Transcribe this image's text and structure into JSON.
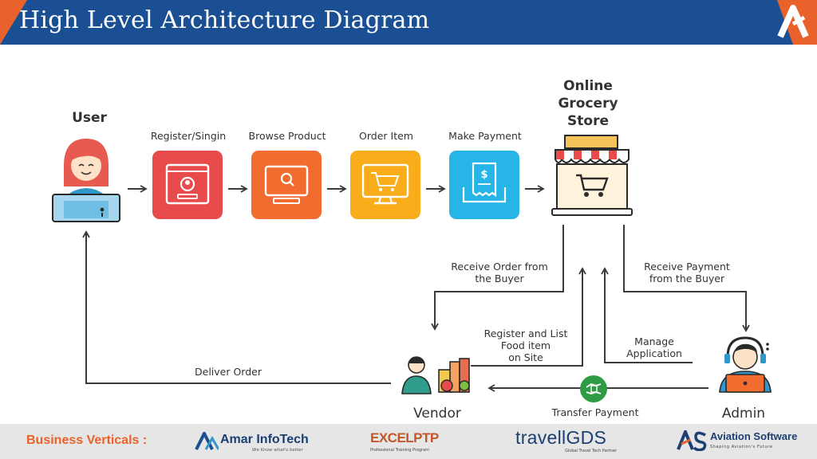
{
  "header": {
    "title": "High Level Architecture Diagram",
    "brand_icon": "company-logo-icon"
  },
  "diagram": {
    "nodes": {
      "user": "User",
      "store_line1": "Online",
      "store_line2": "Grocery",
      "store_line3": "Store",
      "vendor": "Vendor",
      "admin": "Admin"
    },
    "steps": [
      {
        "label": "Register/Singin",
        "color": "#e84b4b",
        "icon": "login-screen-icon"
      },
      {
        "label": "Browse Product",
        "color": "#f26b2f",
        "icon": "browse-search-icon"
      },
      {
        "label": "Order Item",
        "color": "#f9ad1b",
        "icon": "cart-screen-icon"
      },
      {
        "label": "Make Payment",
        "color": "#26b5e6",
        "icon": "payment-receipt-icon"
      }
    ],
    "edges": {
      "receive_order_1": "Receive Order from",
      "receive_order_2": "the Buyer",
      "receive_payment_1": "Receive Payment",
      "receive_payment_2": "from the Buyer",
      "register_list_1": "Register and List",
      "register_list_2": "Food item",
      "register_list_3": "on Site",
      "manage_1": "Manage",
      "manage_2": "Application",
      "deliver_order": "Deliver Order",
      "transfer_payment": "Transfer Payment"
    }
  },
  "footer": {
    "label": "Business Verticals :",
    "logos": [
      {
        "name": "Amar InfoTech",
        "tagline": "We Know what's better"
      },
      {
        "name": "EXCELPTP",
        "tagline": "Professional Training Program"
      },
      {
        "name": "travellGDS",
        "tagline": "Global Travel Tech Partner"
      },
      {
        "name": "Aviation Software",
        "tagline": "Shaping Aviation's Future"
      }
    ]
  }
}
